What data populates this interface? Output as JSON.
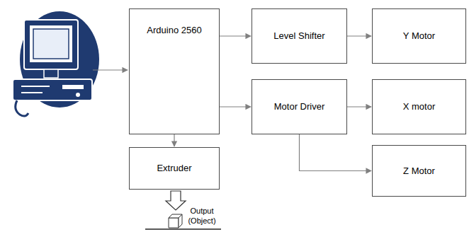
{
  "diagram": {
    "nodes": [
      {
        "text": [
          "Arduino 2560"
        ]
      },
      {
        "text": [
          "Level Shifter"
        ]
      },
      {
        "text": [
          "Y Motor"
        ]
      },
      {
        "text": [
          "Motor Driver"
        ]
      },
      {
        "text": [
          "X motor"
        ]
      },
      {
        "text": [
          "Z Motor"
        ]
      },
      {
        "text": [
          "Extruder"
        ]
      }
    ],
    "edges": [
      {
        "from": 0,
        "to": 1,
        "arrow": "to"
      },
      {
        "from": 0,
        "to": 3,
        "arrow": "to"
      },
      {
        "from": 0,
        "to": 6,
        "arrow": "to"
      },
      {
        "from": 1,
        "to": 2,
        "arrow": "to"
      },
      {
        "from": 3,
        "to": 4,
        "arrow": "to"
      },
      {
        "from": 3,
        "to": 5,
        "arrow": "to"
      }
    ],
    "labels": [
      "Output (Object)"
    ]
  }
}
